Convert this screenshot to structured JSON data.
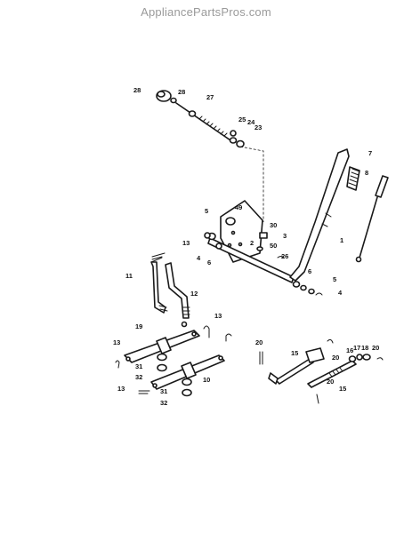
{
  "watermark": "AppliancePartsPros.com",
  "callouts": [
    {
      "id": "c1",
      "label": "1"
    },
    {
      "id": "c2",
      "label": "2"
    },
    {
      "id": "c3",
      "label": "3"
    },
    {
      "id": "c4a",
      "label": "4"
    },
    {
      "id": "c4b",
      "label": "4"
    },
    {
      "id": "c5a",
      "label": "5"
    },
    {
      "id": "c5b",
      "label": "5"
    },
    {
      "id": "c6a",
      "label": "6"
    },
    {
      "id": "c6b",
      "label": "6"
    },
    {
      "id": "c7",
      "label": "7"
    },
    {
      "id": "c8",
      "label": "8"
    },
    {
      "id": "c10",
      "label": "10"
    },
    {
      "id": "c11",
      "label": "11"
    },
    {
      "id": "c12",
      "label": "12"
    },
    {
      "id": "c13a",
      "label": "13"
    },
    {
      "id": "c13b",
      "label": "13"
    },
    {
      "id": "c13c",
      "label": "13"
    },
    {
      "id": "c13d",
      "label": "13"
    },
    {
      "id": "c15a",
      "label": "15"
    },
    {
      "id": "c15b",
      "label": "15"
    },
    {
      "id": "c16",
      "label": "16"
    },
    {
      "id": "c17",
      "label": "17"
    },
    {
      "id": "c18",
      "label": "18"
    },
    {
      "id": "c19",
      "label": "19"
    },
    {
      "id": "c20a",
      "label": "20"
    },
    {
      "id": "c20b",
      "label": "20"
    },
    {
      "id": "c20c",
      "label": "20"
    },
    {
      "id": "c20d",
      "label": "20"
    },
    {
      "id": "c23",
      "label": "23"
    },
    {
      "id": "c24",
      "label": "24"
    },
    {
      "id": "c25",
      "label": "25"
    },
    {
      "id": "c26",
      "label": "26"
    },
    {
      "id": "c27",
      "label": "27"
    },
    {
      "id": "c28a",
      "label": "28"
    },
    {
      "id": "c28b",
      "label": "28"
    },
    {
      "id": "c30",
      "label": "30"
    },
    {
      "id": "c31a",
      "label": "31"
    },
    {
      "id": "c31b",
      "label": "31"
    },
    {
      "id": "c32a",
      "label": "32"
    },
    {
      "id": "c32b",
      "label": "32"
    },
    {
      "id": "c49",
      "label": "49"
    },
    {
      "id": "c50",
      "label": "50"
    }
  ]
}
